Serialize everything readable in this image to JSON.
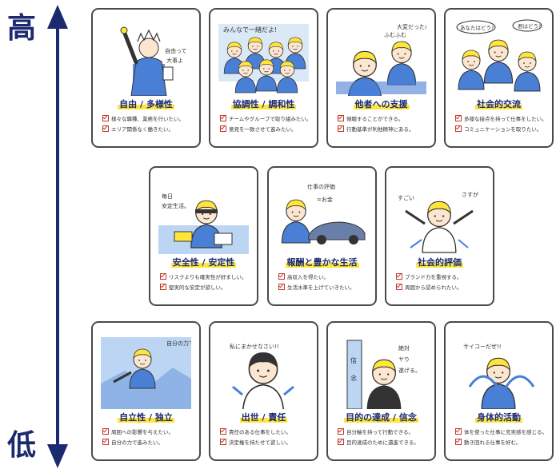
{
  "axis": {
    "high": "高",
    "low": "低"
  },
  "cards": [
    {
      "title": "自由 / 多様性",
      "items": [
        "様々な職種、業務を行いたい。",
        "エリア関係なく働きたい。"
      ],
      "scene": "liberty",
      "caption": "自由ってすごく大事よ"
    },
    {
      "title": "協調性 / 調和性",
      "items": [
        "チームやグループで取り組みたい。",
        "意見を一致させて進みたい。"
      ],
      "scene": "team",
      "caption": "みんなで一緒だよ!"
    },
    {
      "title": "他者への支援",
      "items": [
        "傾聴することができる。",
        "行動基準が利他精神にある。"
      ],
      "scene": "support",
      "caption": "大変だったねふむふむ"
    },
    {
      "title": "社会的交流",
      "items": [
        "多様な接点を持って仕事をしたい。",
        "コミュニケーションを取りたい。"
      ],
      "scene": "social",
      "caption": "あなたはどう?"
    },
    {
      "title": "安全性 / 安定性",
      "items": [
        "リスクよりも確実性が好ましい。",
        "堅実的な安定が欲しい。"
      ],
      "scene": "stable",
      "caption": "毎日安定生活。"
    },
    {
      "title": "報酬と豊かな生活",
      "items": [
        "高収入を得たい。",
        "生活水準を上げていきたい。"
      ],
      "scene": "reward",
      "caption": "仕事の評価=お金"
    },
    {
      "title": "社会的評価",
      "items": [
        "ブランド力を重視する。",
        "周囲から認められたい。"
      ],
      "scene": "praise",
      "caption": "すごーい"
    },
    {
      "title": "自立性 / 独立",
      "items": [
        "周囲への影響を与えたい。",
        "自分の力で進みたい。"
      ],
      "scene": "climb",
      "caption": "自分の力でなんとかするよ"
    },
    {
      "title": "出世 / 責任",
      "items": [
        "責任のある仕事をしたい。",
        "決定権を持たせて欲しい。"
      ],
      "scene": "boss",
      "caption": "私にまかせなさい!!"
    },
    {
      "title": "目的の達成 / 信念",
      "items": [
        "自分軸を持って行動できる。",
        "目的達成のために邁進できる。"
      ],
      "scene": "goal",
      "caption": "絶対ヤり遂げる。"
    },
    {
      "title": "身体的活動",
      "items": [
        "体を使った仕事に充実感を感じる。",
        "動き回れる仕事を好む。"
      ],
      "scene": "active",
      "caption": "サイコーだぜ!!"
    }
  ],
  "colors": {
    "navy": "#1b2a6e",
    "blue": "#4a7fd6",
    "yellow": "#ffe53b",
    "check": "#c0392b"
  }
}
